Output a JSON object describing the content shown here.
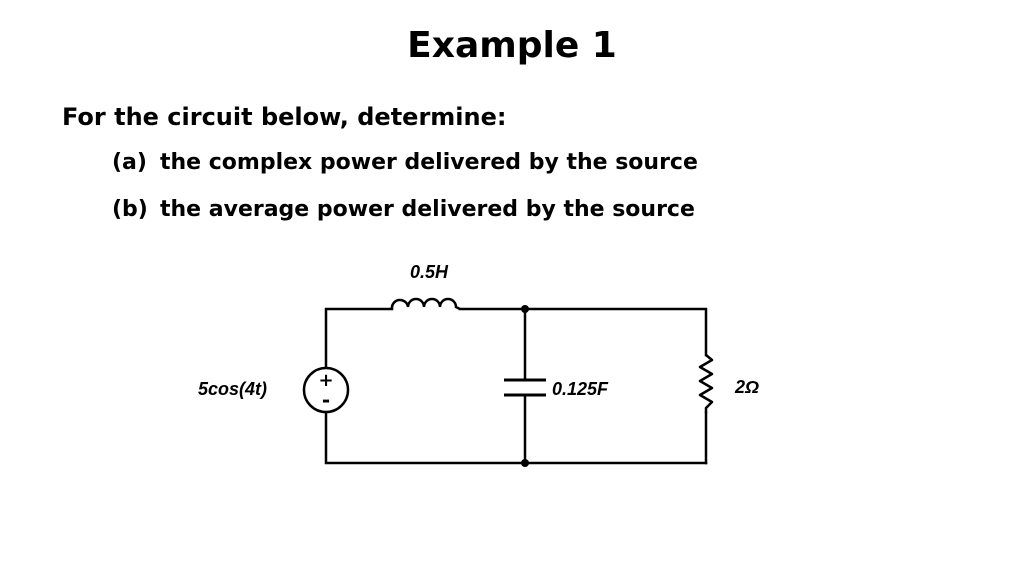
{
  "slide": {
    "title": "Example 1",
    "prompt": "For the circuit below, determine:",
    "items": [
      {
        "marker": "(a)",
        "text": "the complex power delivered by the source"
      },
      {
        "marker": "(b)",
        "text": "the average power delivered by the source"
      }
    ]
  },
  "circuit": {
    "source": {
      "label": "5cos(4t)",
      "plus": "+",
      "minus": "-"
    },
    "inductor": {
      "label": "0.5H"
    },
    "capacitor": {
      "label": "0.125F"
    },
    "resistor": {
      "label": "2Ω"
    }
  }
}
